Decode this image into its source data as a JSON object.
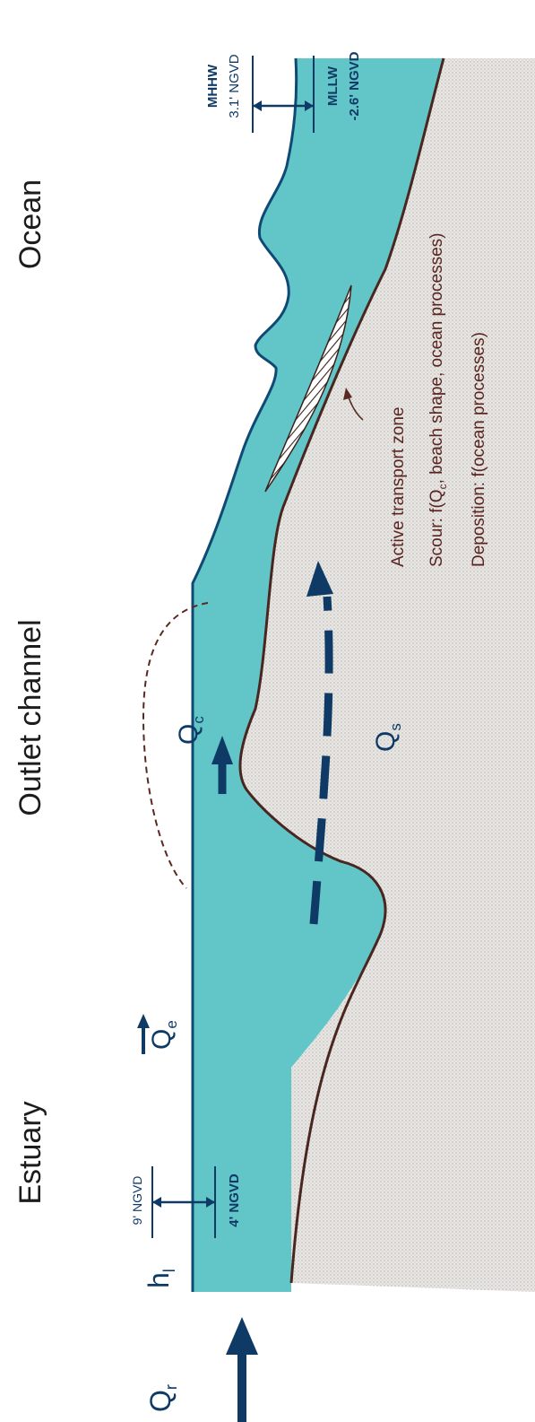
{
  "regions": {
    "ocean": "Ocean",
    "outlet_channel": "Outlet channel",
    "estuary": "Estuary"
  },
  "ocean_levels": {
    "mhhw": "MHHW",
    "mhhw_value": "3.1' NGVD",
    "mllw": "MLLW",
    "mllw_value": "-2.6' NGVD"
  },
  "estuary_levels": {
    "upper": "9' NGVD",
    "lower": "4' NGVD"
  },
  "symbols": {
    "h_base": "h",
    "h_sub": "l",
    "qr_base": "Q",
    "qr_sub": "r",
    "qe_base": "Q",
    "qe_sub": "e",
    "qc_base": "Q",
    "qc_sub": "c",
    "qs_base": "Q",
    "qs_sub": "s"
  },
  "notes": {
    "active_zone": "Active transport zone",
    "scour_pre": "Scour: f(Q",
    "scour_sub": "c",
    "scour_post": ", beach shape, ocean processes)",
    "deposition": "Deposition: f(ocean processes)"
  },
  "colors": {
    "water": "#62c6c8",
    "water_outline": "#0f4a74",
    "bed": "#4a2620",
    "sand": "#e7e5e2",
    "arrow": "#0f3a66",
    "text": "#1c1c1c"
  }
}
